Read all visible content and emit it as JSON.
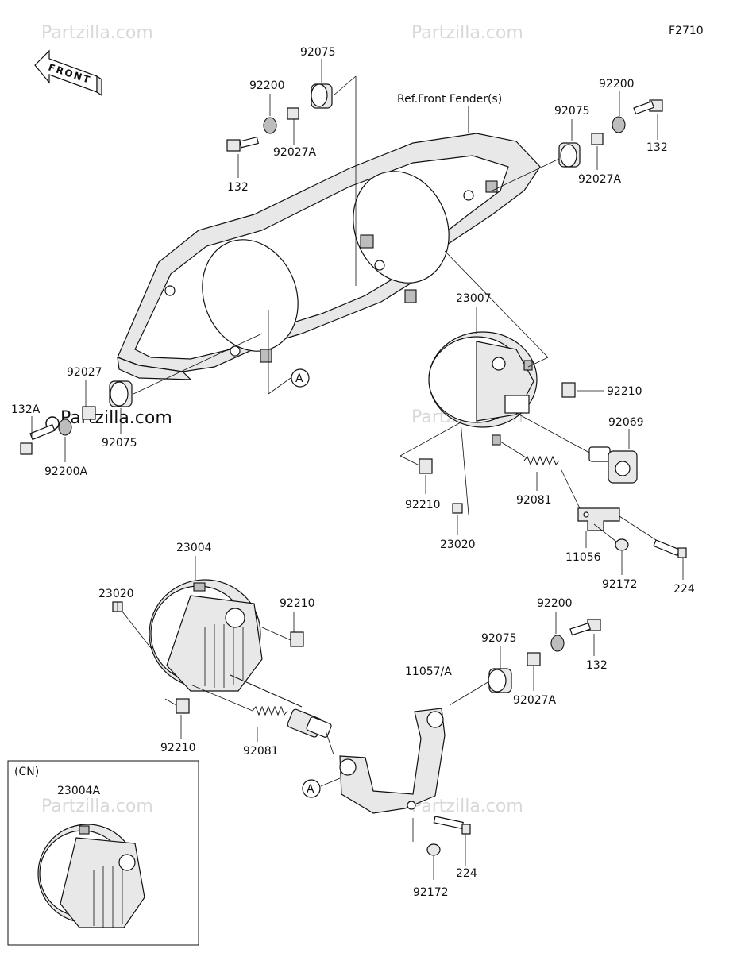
{
  "figure_code": "F2710",
  "front_label": "FRONT",
  "reference_note": "Ref.Front Fender(s)",
  "watermark": "Partzilla.com",
  "callout_letter": "A",
  "cn_label": "(CN)",
  "parts": {
    "p92075_top": "92075",
    "p92200_topleft": "92200",
    "p92027a_topleft": "92027A",
    "p132_topleft": "132",
    "p92200_topright": "92200",
    "p92075_topright": "92075",
    "p132_topright": "132",
    "p92027a_topright": "92027A",
    "p23007": "23007",
    "p92210_right": "92210",
    "p92069": "92069",
    "p92027_left": "92027",
    "p132a": "132A",
    "p92075_left": "92075",
    "p92200a": "92200A",
    "p92210_mid": "92210",
    "p23020_mid": "23020",
    "p92081_upper": "92081",
    "p11056": "11056",
    "p92172_upper": "92172",
    "p224_upper": "224",
    "p23004": "23004",
    "p23020_lower": "23020",
    "p92210_lower_right": "92210",
    "p92200_lower": "92200",
    "p92075_lower": "92075",
    "p132_lower": "132",
    "p11057a": "11057/A",
    "p92027a_lower": "92027A",
    "p92210_lower_left": "92210",
    "p92081_lower": "92081",
    "p23004a": "23004A",
    "p224_lower": "224",
    "p92172_lower": "92172"
  }
}
